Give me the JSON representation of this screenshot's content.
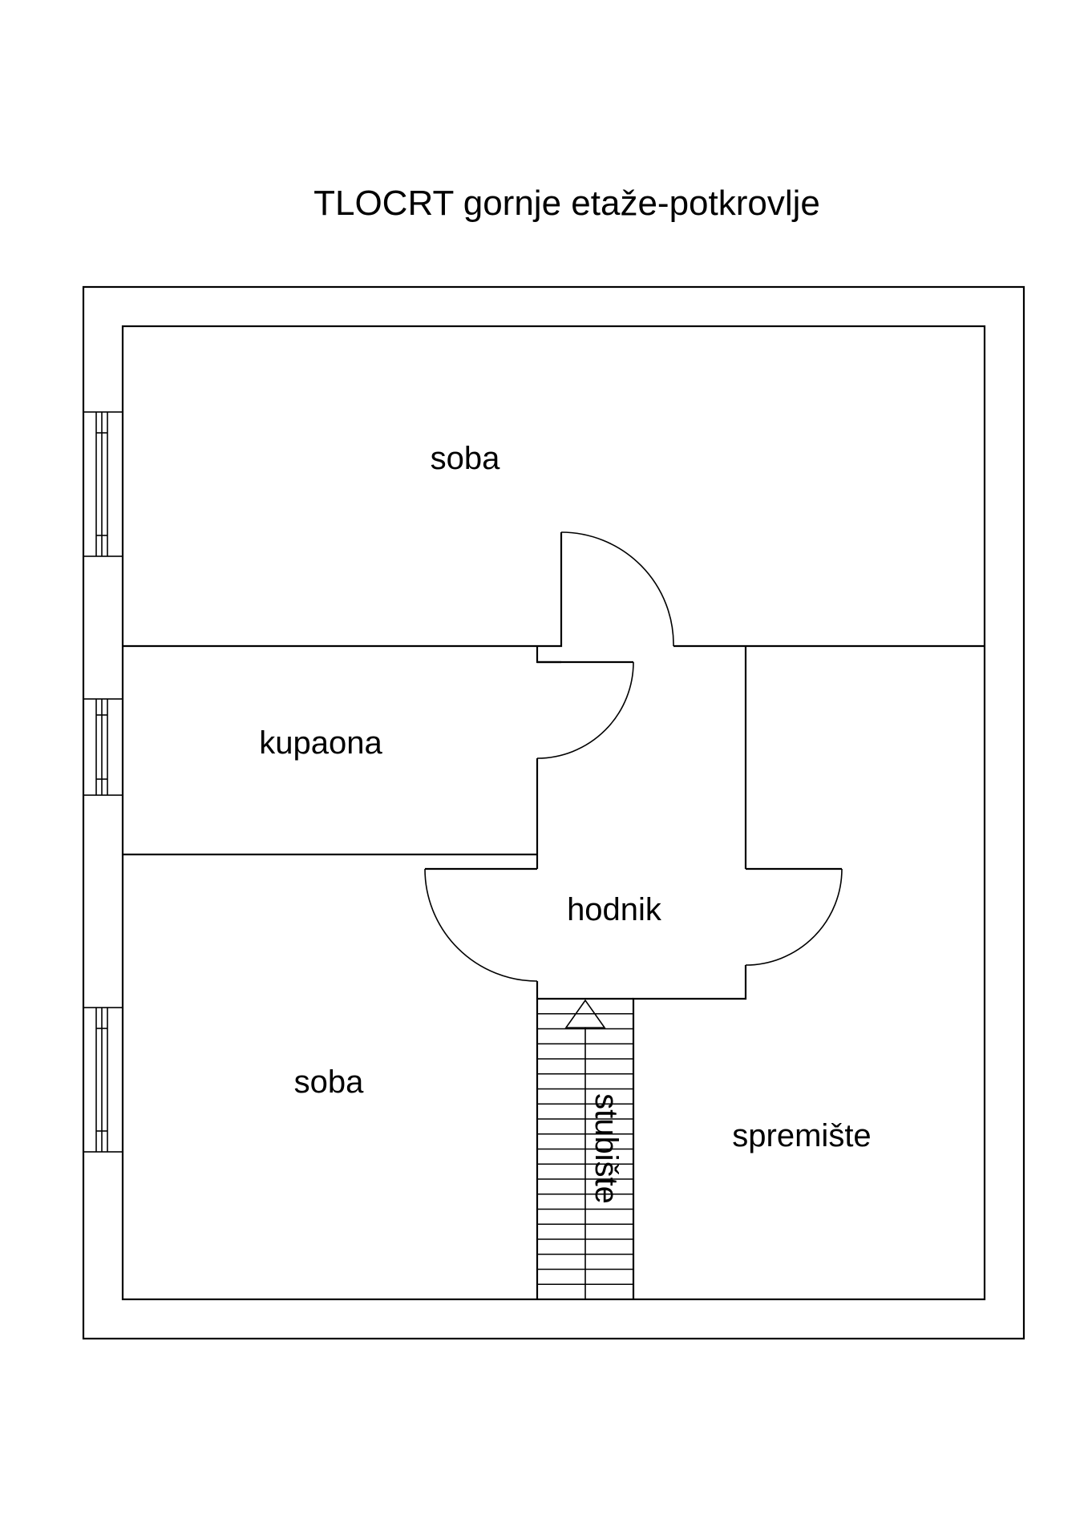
{
  "title": "TLOCRT gornje etaže-potkrovlje",
  "rooms": {
    "soba_top": "soba",
    "kupaona": "kupaona",
    "hodnik": "hodnik",
    "soba_bottom": "soba",
    "spremiste": "spremište",
    "stubiste": "stubište"
  },
  "colors": {
    "line": "#000000",
    "background": "#ffffff"
  }
}
